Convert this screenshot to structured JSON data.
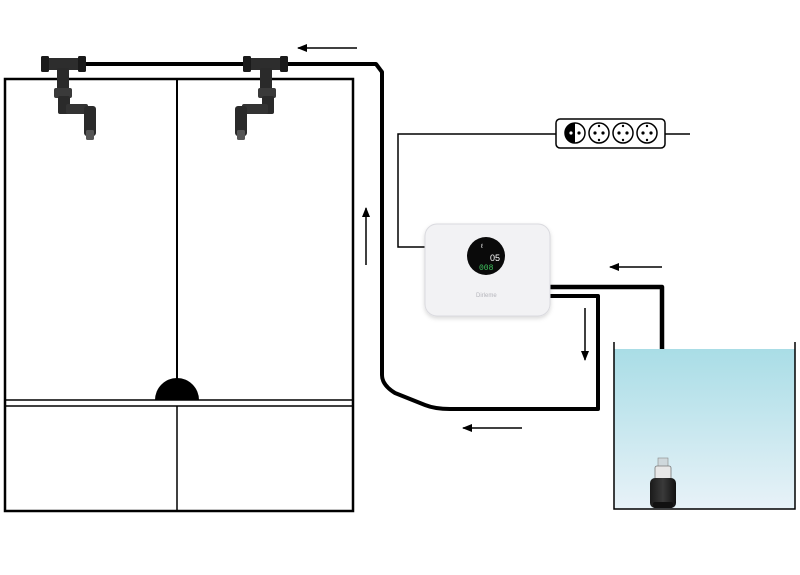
{
  "controller": {
    "display_top": "ℓ",
    "display_mid": "05",
    "display_bottom": "008",
    "brand": "Dirleme"
  },
  "power_strip": {
    "socket_count": 4
  },
  "colors": {
    "pipe": "#000000",
    "water_top": "#a9dde6",
    "water_bottom": "#e6f1f7",
    "controller_body": "#f2f2f4",
    "display_bg": "#0a0a0a",
    "display_text": "#ffffff",
    "display_accent": "#41c45f"
  },
  "icons": {
    "arrow": "arrow-icon",
    "nozzle": "mist-nozzle-icon",
    "pump": "submersible-pump-icon",
    "socket": "outlet-socket-icon"
  }
}
